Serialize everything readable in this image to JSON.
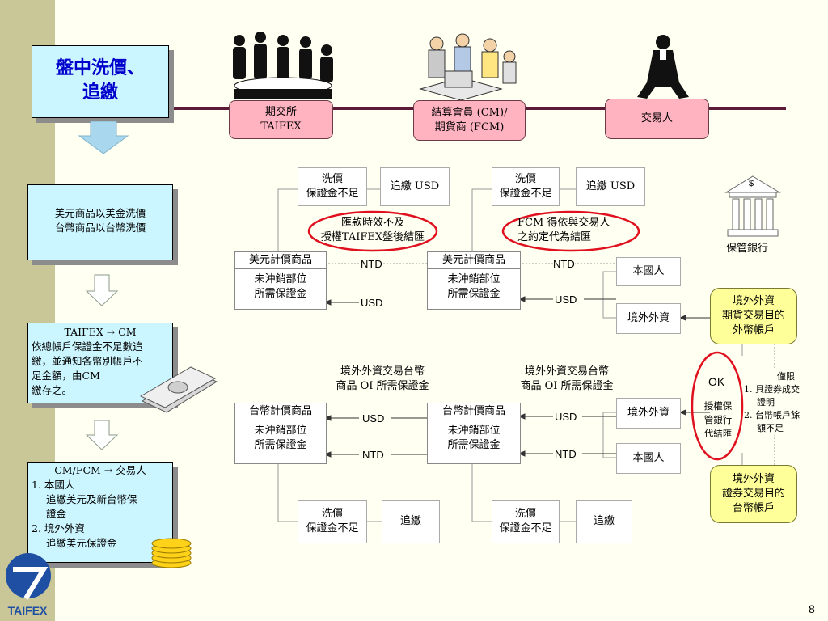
{
  "title": {
    "line1": "盤中洗價、",
    "line2": "追繳"
  },
  "parties": {
    "taifex": {
      "line1": "期交所",
      "line2": "TAIFEX"
    },
    "cm": {
      "line1": "結算會員 (CM)/",
      "line2": "期貨商 (FCM)"
    },
    "trader": {
      "line1": "交易人"
    }
  },
  "left": {
    "box1": {
      "line1": "美元商品以美金洗價",
      "line2": "台幣商品以台幣洗價"
    },
    "box2": {
      "line1": "TAIFEX → CM",
      "line2": "依總帳戶保證金不足數追",
      "line3": "繳，並通知各幣別帳戶不",
      "line4": "足金額，由CM",
      "line5": "繳存之。"
    },
    "box3": {
      "line1": "CM/FCM → 交易人",
      "line2": "1. 本國人",
      "line3": "追繳美元及新台幣保",
      "line4": "證金",
      "line5": "2. 境外外資",
      "line6": "追繳美元保證金"
    }
  },
  "flow": {
    "wash_label": {
      "line1": "洗價",
      "line2": "保證金不足"
    },
    "call_usd": "追繳 USD",
    "call": "追繳",
    "remit_note": {
      "line1": "匯款時效不及",
      "line2": "授權TAIFEX盤後結匯"
    },
    "fcm_note": {
      "line1": "FCM 得依與交易人",
      "line2": "之約定代為結匯"
    },
    "usd_product": {
      "header": "美元計價商品",
      "line1": "未沖銷部位",
      "line2": "所需保證金"
    },
    "twd_product": {
      "header": "台幣計價商品",
      "line1": "未沖銷部位",
      "line2": "所需保證金"
    },
    "ntd": "NTD",
    "usd": "USD",
    "domestic": "本國人",
    "foreign": "境外外資",
    "oi_note": {
      "line1": "境外外資交易台幣",
      "line2": "商品 OI 所需保證金"
    },
    "ok": "OK",
    "auth_bank": {
      "line1": "授權保",
      "line2": "管銀行",
      "line3": "代結匯"
    },
    "custody_bank": "保管銀行",
    "bank_symbol": "$",
    "futures_account": {
      "line1": "境外外資",
      "line2": "期貨交易目的",
      "line3": "外幣帳戶"
    },
    "securities_account": {
      "line1": "境外外資",
      "line2": "證券交易目的",
      "line3": "台幣帳戶"
    },
    "limit_note": {
      "title": "僅限",
      "line1": "1. 具證券成交",
      "line2": "證明",
      "line3": "2. 台幣帳戶餘",
      "line4": "額不足"
    }
  },
  "logo": {
    "text": "TAIFEX"
  },
  "page_number": "8"
}
